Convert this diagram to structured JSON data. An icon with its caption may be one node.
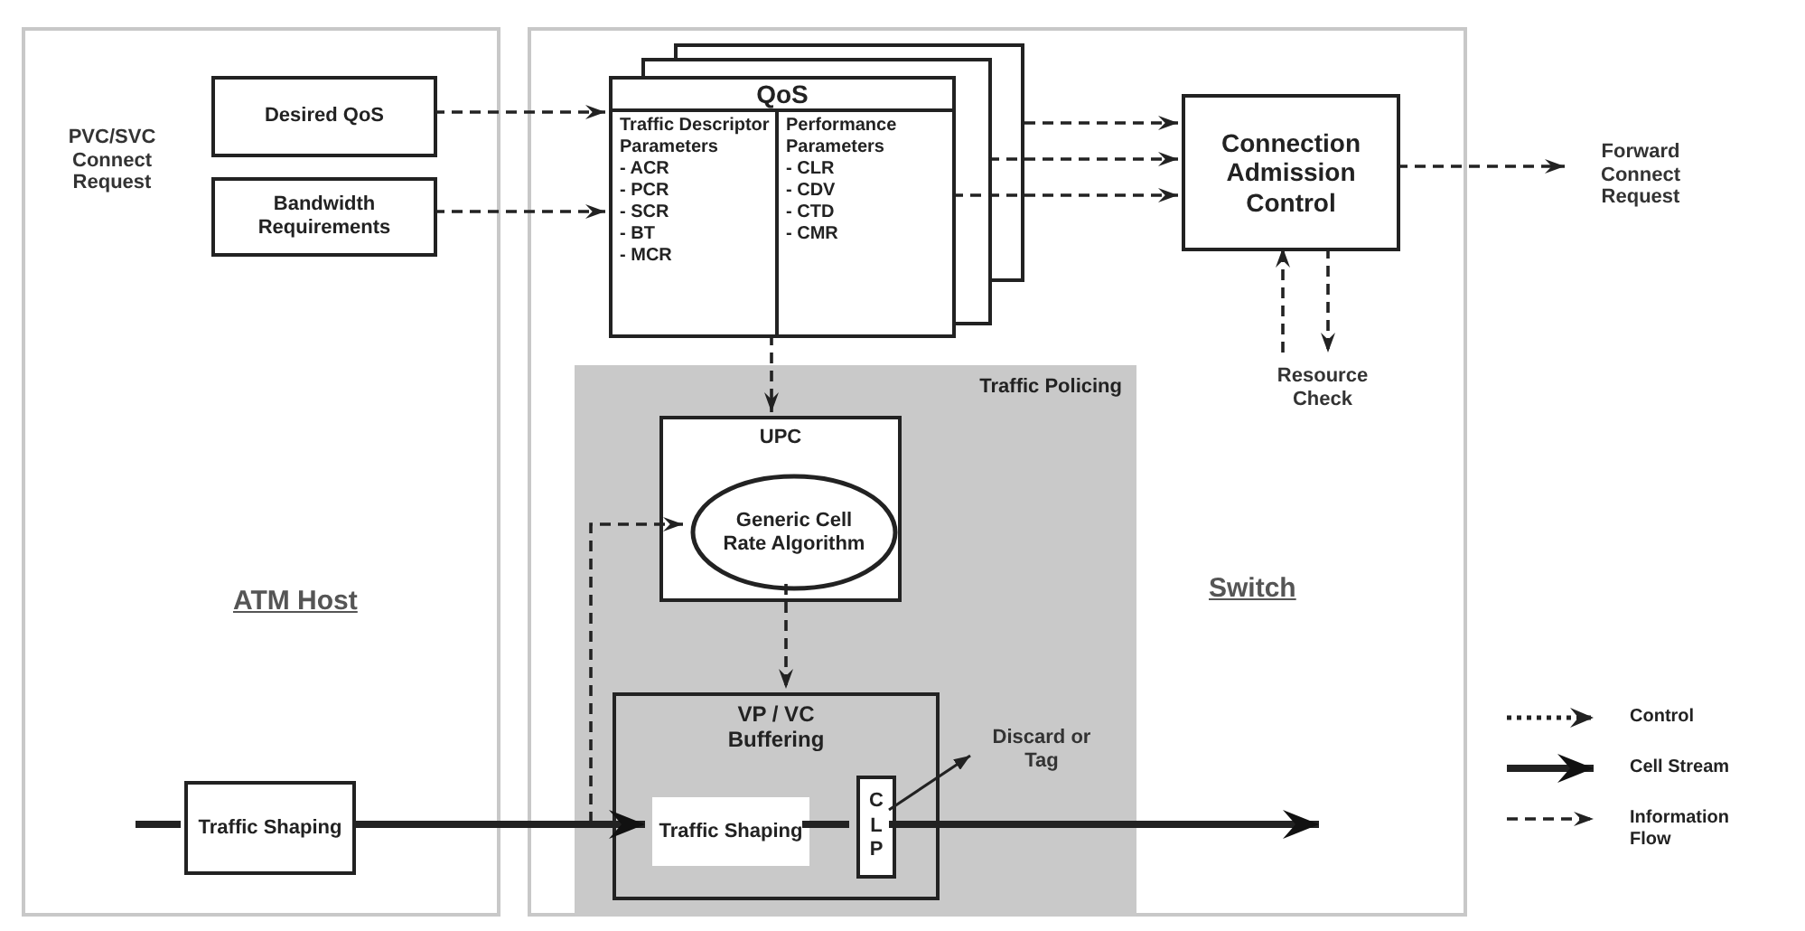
{
  "diagram": {
    "nodes": [
      {
        "text": [
          "ATM Host"
        ]
      },
      {
        "text": [
          "Switch"
        ]
      },
      {
        "text": [
          "Desired QoS"
        ],
        "in": 0
      },
      {
        "text": [
          "Bandwidth Requirements"
        ],
        "in": 0
      },
      {
        "text": [
          "QoS",
          "Traffic Descriptor Parameters",
          "- ACR",
          "- PCR",
          "- SCR",
          "- BT",
          "- MCR",
          "Performance Parameters",
          "- CLR",
          "- CDV",
          "- CTD",
          "- CMR"
        ],
        "in": 1
      },
      {
        "text": [
          "Connection Admission Control"
        ],
        "in": 1
      },
      {
        "text": [
          "Forward Connect Request"
        ]
      },
      {
        "text": [
          "Resource Check"
        ],
        "in": 1
      },
      {
        "text": [
          "Traffic Policing"
        ],
        "in": 1
      },
      {
        "text": [
          "UPC"
        ],
        "in": 8
      },
      {
        "text": [
          "Generic Cell Rate Algorithm"
        ],
        "in": 9
      },
      {
        "text": [
          "VP / VC Buffering"
        ],
        "in": 8
      },
      {
        "text": [
          "Traffic Shaping"
        ],
        "in": 11
      },
      {
        "text": [
          "CLP"
        ],
        "in": 11
      },
      {
        "text": [
          "Discard or Tag"
        ],
        "in": 8
      },
      {
        "text": [
          "Traffic Shaping"
        ],
        "in": 0
      }
    ],
    "edges": [
      {
        "from": 2,
        "to": 4,
        "arrow": "to",
        "style": "dashed"
      },
      {
        "from": 3,
        "to": 4,
        "arrow": "to",
        "style": "dashed"
      },
      {
        "from": 4,
        "to": 5,
        "arrow": "to",
        "style": "dashed"
      },
      {
        "from": 4,
        "to": 5,
        "arrow": "to",
        "style": "dashed"
      },
      {
        "from": 4,
        "to": 5,
        "arrow": "to",
        "style": "dashed"
      },
      {
        "from": 5,
        "to": 6,
        "arrow": "to",
        "style": "dashed"
      },
      {
        "from": 7,
        "to": 5,
        "arrow": "to",
        "style": "dashed"
      },
      {
        "from": 5,
        "to": 7,
        "arrow": "to",
        "style": "dashed"
      },
      {
        "from": 4,
        "to": 9,
        "arrow": "to",
        "style": "dashed"
      },
      {
        "from": 10,
        "to": 11,
        "arrow": "to",
        "style": "dashed"
      },
      {
        "from": null,
        "to": 10,
        "arrow": "to",
        "style": "dashed"
      },
      {
        "from": null,
        "to": 15,
        "arrow": "none",
        "style": "thick"
      },
      {
        "from": 15,
        "to": 12,
        "arrow": "to",
        "style": "thick"
      },
      {
        "from": 12,
        "to": 13,
        "arrow": "none",
        "style": "thick"
      },
      {
        "from": 13,
        "to": null,
        "arrow": "to",
        "style": "thick"
      },
      {
        "from": 13,
        "to": 14,
        "arrow": "to"
      }
    ],
    "labels": [
      "PVC/SVC Connect Request"
    ],
    "legend": [
      {
        "text": "Control"
      },
      {
        "text": "Cell Stream"
      },
      {
        "text": "Information Flow"
      }
    ]
  }
}
